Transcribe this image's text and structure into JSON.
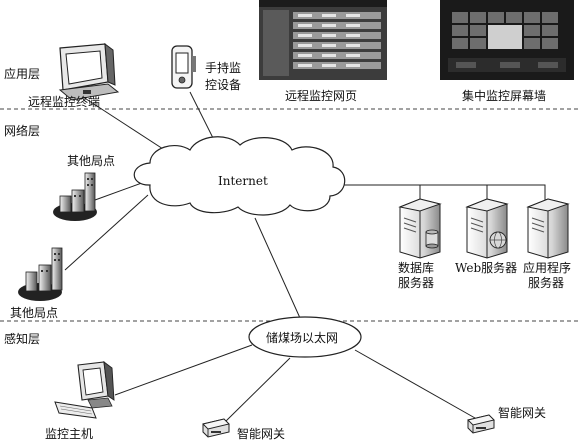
{
  "layers": {
    "application": "应用层",
    "network": "网络层",
    "perception": "感知层"
  },
  "nodes": {
    "remote_terminal": "远程监控终端",
    "handheld_line1": "手持监",
    "handheld_line2": "控设备",
    "remote_webpage": "远程监控网页",
    "screen_wall": "集中监控屏幕墙",
    "other_site_top": "其他局点",
    "other_site_bottom": "其他局点",
    "internet": "Internet",
    "db_server_line1": "数据库",
    "db_server_line2": "服务器",
    "web_server": "Web服务器",
    "app_server_line1": "应用程序",
    "app_server_line2": "服务器",
    "ethernet": "储煤场以太网",
    "monitor_host": "监控主机",
    "gateway_1": "智能网关",
    "gateway_2": "智能网关"
  }
}
